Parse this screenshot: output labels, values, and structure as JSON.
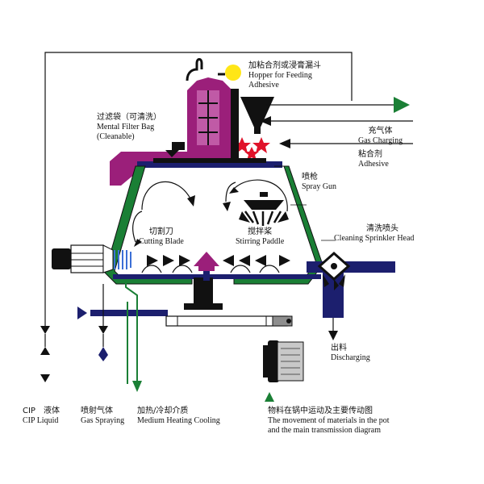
{
  "labels": {
    "hopper": {
      "zh": "加粘合剂或浸膏漏斗",
      "en1": "Hopper for Feeding",
      "en2": "Adhesive"
    },
    "filter_bag": {
      "zh": "过滤袋（可清洗）",
      "en1": "Mental Filter Bag",
      "en2": "(Cleanable)"
    },
    "gas_charging": {
      "zh": "充气体",
      "en": "Gas Charging"
    },
    "adhesive": {
      "zh": "粘合剂",
      "en": "Adhesive"
    },
    "spray_gun": {
      "zh": "喷枪",
      "en": "Spray Gun"
    },
    "cutting_blade": {
      "zh": "切割刀",
      "en": "Cutting Blade"
    },
    "stirring_paddle": {
      "zh": "搅拌桨",
      "en": "Stirring Paddle"
    },
    "cleaning_head": {
      "zh": "清洗喷头",
      "en": "Cleaning Sprinkler Head"
    },
    "discharging": {
      "zh": "出料",
      "en": "Discharging"
    },
    "cip": {
      "zh": "CIP　液体",
      "en": "CIP Liquid"
    },
    "gas_spraying": {
      "zh": "喷射气体",
      "en": "Gas Spraying"
    },
    "medium": {
      "zh": "加热/冷却介质",
      "en": "Medium Heating Cooling"
    },
    "caption": {
      "zh": "物料在锅中运动及主要传动图",
      "en1": "The movement of materials in the pot",
      "en2": "and the main transmission diagram"
    }
  },
  "colors": {
    "navy": "#1c1f6e",
    "green": "#1a7f35",
    "magenta": "#9b1f7a",
    "red": "#e0132a",
    "yellow": "#ffe617",
    "black": "#111111",
    "gray": "#8e8e8e"
  }
}
